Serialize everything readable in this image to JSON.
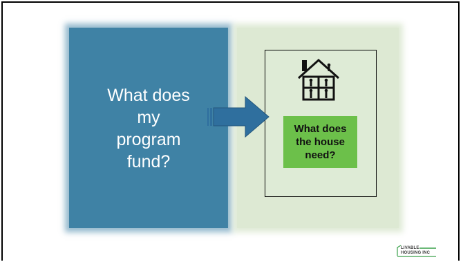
{
  "left_panel": {
    "text": "What does\nmy\nprogram\nfund?"
  },
  "right_panel": {
    "house_icon": "house-with-workers-icon",
    "need_text": "What does\nthe house\nneed?"
  },
  "arrow_icon": "right-arrow-icon",
  "logo": {
    "line1": "LIVABLE",
    "line2": "HOUSING INC"
  },
  "colors": {
    "left_panel": "#3f82a5",
    "right_panel": "#dde9d3",
    "need_box": "#6cc04a",
    "arrow": "#2f6f9e"
  }
}
